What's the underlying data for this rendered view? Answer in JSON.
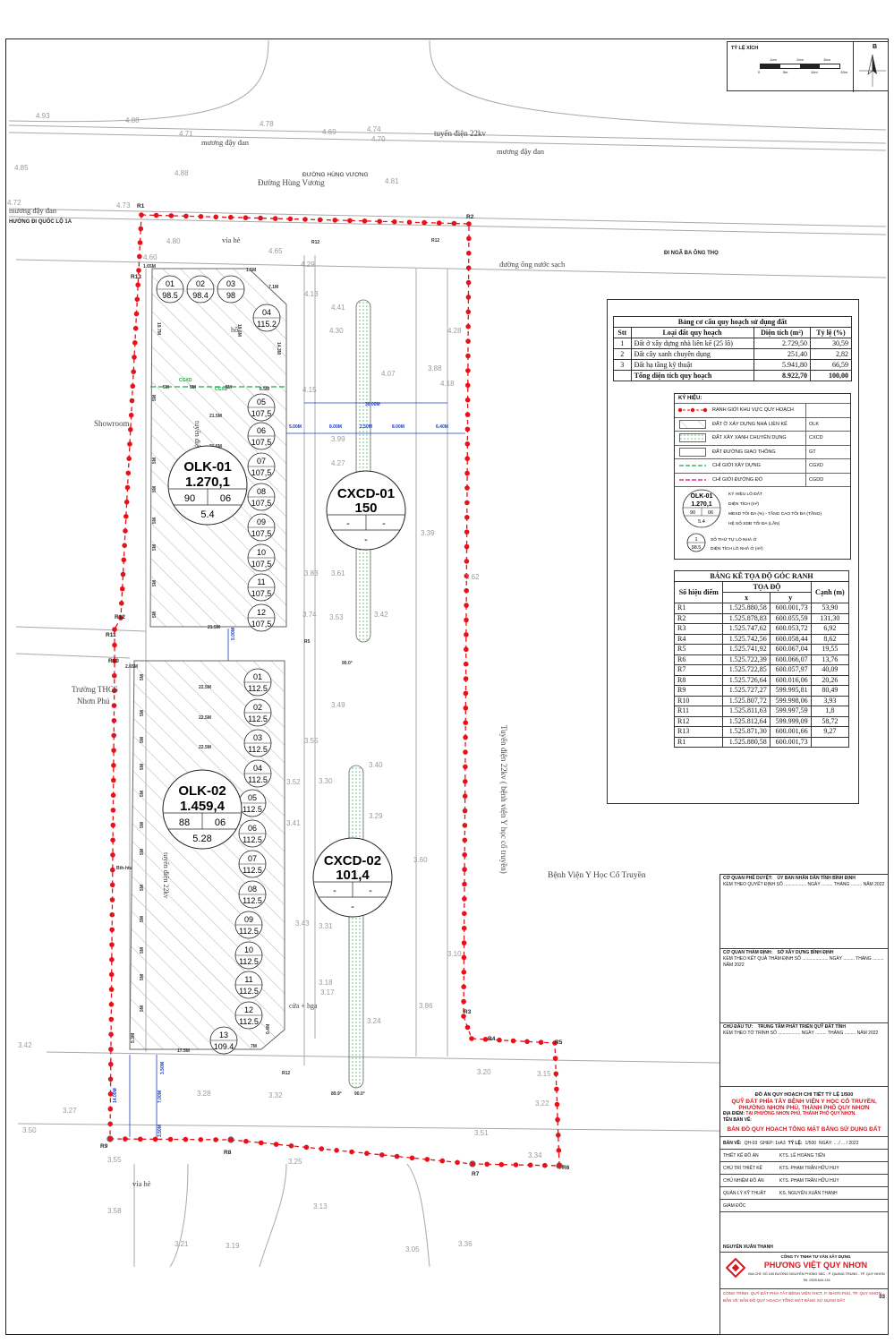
{
  "scale_box": {
    "title": "TỶ LỆ XÍCH",
    "ticks_top": [
      "1cm",
      "2cm",
      "3cm"
    ],
    "ticks_bottom": [
      "0",
      "5m",
      "10m",
      "20m"
    ],
    "north": "B"
  },
  "roads": {
    "main_name_caps": "ĐƯỜNG HÙNG VƯƠNG",
    "main_name": "Đường Hùng Vương",
    "to_ql1a": "HƯỚNG ĐI QUỐC LỘ 1A",
    "to_nga_ba": "ĐI NGÃ BA ÔNG THỌ",
    "power_line": "tuyến điện 22kv",
    "power_line_vertical": "Tuyến điện 22kv ( bệnh viện Y học cổ truyền)",
    "ditch": "mương đậy đan",
    "water_pipe": "đường ống nước sạch",
    "sidewalk": "vỉa hè",
    "culvert": "cửa + hga",
    "lake": "hồ",
    "power_line_internal": "tuyến điện 22kv"
  },
  "places": {
    "showroom": "Showroom",
    "school_1": "Trường THCS",
    "school_2": "Nhơn Phú",
    "hospital": "Bệnh Viện Y Học Cổ Truyền"
  },
  "elevations": [
    "4.93",
    "4.88",
    "4.85",
    "4.78",
    "4.74",
    "4.70",
    "4.71",
    "4.69",
    "4.72",
    "4.73",
    "4.80",
    "4.60",
    "4.65",
    "4.29",
    "4.13",
    "4.41",
    "4.30",
    "4.07",
    "4.15",
    "3.99",
    "4.27",
    "3.83",
    "3.61",
    "3.53",
    "3.42",
    "3.74",
    "3.49",
    "3.55",
    "3.52",
    "3.40",
    "3.30",
    "3.41",
    "3.29",
    "3.43",
    "3.31",
    "3.18",
    "3.17",
    "3.24",
    "3.28",
    "3.27",
    "3.32",
    "3.20",
    "3.50",
    "3.55",
    "3.58",
    "3.21",
    "3.19",
    "3.25",
    "3.13",
    "3.05",
    "3.36",
    "3.34",
    "3.39",
    "3.62",
    "3.88",
    "4.18",
    "4.28",
    "4.81",
    "4.88",
    "3.15",
    "3.22",
    "3.42",
    "3.51",
    "3.86",
    "3.60",
    "3.10"
  ],
  "blocks": [
    {
      "code": "OLK-01",
      "area": "1.270,1",
      "density": "90",
      "floors": "06",
      "far": "5.4",
      "lots": [
        [
          "01",
          "98.5"
        ],
        [
          "02",
          "98.4"
        ],
        [
          "03",
          "98"
        ],
        [
          "04",
          "115.2"
        ],
        [
          "05",
          "107,5"
        ],
        [
          "06",
          "107,5"
        ],
        [
          "07",
          "107,5"
        ],
        [
          "08",
          "107,5"
        ],
        [
          "09",
          "107,5"
        ],
        [
          "10",
          "107,5"
        ],
        [
          "11",
          "107,5"
        ],
        [
          "12",
          "107,5"
        ]
      ]
    },
    {
      "code": "OLK-02",
      "area": "1.459,4",
      "density": "88",
      "floors": "06",
      "far": "5.28",
      "lots": [
        [
          "01",
          "112.5"
        ],
        [
          "02",
          "112.5"
        ],
        [
          "03",
          "112.5"
        ],
        [
          "04",
          "112.5"
        ],
        [
          "05",
          "112.5"
        ],
        [
          "06",
          "112.5"
        ],
        [
          "07",
          "112.5"
        ],
        [
          "08",
          "112.5"
        ],
        [
          "09",
          "112.5"
        ],
        [
          "10",
          "112.5"
        ],
        [
          "11",
          "112.5"
        ],
        [
          "12",
          "112.5"
        ],
        [
          "13",
          "109.4"
        ]
      ]
    }
  ],
  "green": [
    {
      "code": "CXCD-01",
      "area": "150",
      "a": "-",
      "b": "-",
      "c": "-"
    },
    {
      "code": "CXCD-02",
      "area": "101,4",
      "a": "-",
      "b": "-",
      "c": "-"
    }
  ],
  "dims": {
    "d1": "5.00M",
    "d2": "8.00M",
    "d3": "2.50M",
    "d4": "8.00M",
    "d5": "6.40M",
    "d6": "30.00M",
    "w215": "21.5M",
    "w225": "22.5M",
    "w175": "17.5M",
    "m5": "5M",
    "m65": "6.5M",
    "m165": "1.65M",
    "m15": "1.5M",
    "m71": "7.1M",
    "m197": "19.7M",
    "m196": "19.6M",
    "m143": "14.3M",
    "m265": "2.65M",
    "m500": "5.00M",
    "m350": "3.50M",
    "m700": "7.00M",
    "m1400": "14.00M",
    "m350b": "3.50M",
    "m53": "5.3M",
    "m04": "0.4M",
    "m7": "7M",
    "r12": "R12",
    "r5": "R5",
    "cgxd": "CGXD",
    "bth": "Bth-htv",
    "a1": "90.0°",
    "a2": "89.9°",
    "a3": "90.0°"
  },
  "corners": [
    "R1",
    "R2",
    "R3",
    "R4",
    "R5",
    "R6",
    "R7",
    "R8",
    "R9",
    "R10",
    "R11",
    "R12",
    "R13"
  ],
  "landuse": {
    "title": "Bảng cơ cấu quy hoạch sử dụng đất",
    "headers": [
      "Stt",
      "Loại đất quy hoạch",
      "Diện tích (m²)",
      "Tỷ lệ (%)"
    ],
    "rows": [
      [
        "1",
        "Đất ở xây dựng nhà liên kế (25 lô)",
        "2.729,50",
        "30,59"
      ],
      [
        "2",
        "Đất cây xanh chuyên dụng",
        "251,40",
        "2,82"
      ],
      [
        "3",
        "Đất hạ tầng kỹ thuật",
        "5.941,80",
        "66,59"
      ]
    ],
    "total": [
      "",
      "Tổng diện tích quy hoạch",
      "8.922,70",
      "100,00"
    ]
  },
  "legend": {
    "title": "KÝ HIỆU:",
    "rows": [
      [
        "RANH GIỚI KHU VỰC QUY HOẠCH",
        ""
      ],
      [
        "ĐẤT Ở XÂY DỰNG NHÀ LIÊN KẾ",
        "OLK"
      ],
      [
        "ĐẤT XÂY XANH CHUYÊN DỤNG",
        "CXCD"
      ],
      [
        "ĐẤT ĐƯỜNG GIAO THÔNG",
        "GT"
      ],
      [
        "CHỈ GIỚI XÂY DỰNG",
        "CGXD"
      ],
      [
        "CHỈ GIỚI ĐƯỜNG ĐỎ",
        "CGDD"
      ]
    ],
    "key_code": "OLK-01",
    "key_area": "1.270,1",
    "key_density": "90",
    "key_floors": "06",
    "key_far": "5.4",
    "key_lines": [
      "KÝ HIỆU LÔ ĐẤT",
      "DIỆN TÍCH (m²)",
      "MĐXD TỐI ĐA (%) - TẦNG CAO TỐI ĐA (TẦNG)",
      "HỆ SỐ SDĐ TỐI ĐA (LẦN)"
    ],
    "lot_no": "1",
    "lot_area": "98.5",
    "lot_lines": [
      "SỐ THỨ TỰ LÔ NHÀ Ở",
      "DIỆN TÍCH LÔ NHÀ Ở (m²)"
    ]
  },
  "coords": {
    "title": "BẢNG KÊ TỌA ĐỘ GÓC RANH",
    "h_point": "Số hiệu điểm",
    "h_coord": "TỌA ĐỘ",
    "h_x": "x",
    "h_y": "y",
    "h_edge": "Cạnh (m)",
    "rows": [
      [
        "R1",
        "1.525.880,58",
        "600.001,73"
      ],
      [
        "R2",
        "1.525.878,83",
        "600.055,59"
      ],
      [
        "R3",
        "1.525.747,62",
        "600.053,72"
      ],
      [
        "R4",
        "1.525.742,56",
        "600.058,44"
      ],
      [
        "R5",
        "1.525.741,92",
        "600.067,04"
      ],
      [
        "R6",
        "1.525.722,39",
        "600.066,07"
      ],
      [
        "R7",
        "1.525.722,85",
        "600.057,97"
      ],
      [
        "R8",
        "1.525.726,64",
        "600.016,06"
      ],
      [
        "R9",
        "1.525.727,27",
        "599.995,81"
      ],
      [
        "R10",
        "1.525.807,72",
        "599.998,06"
      ],
      [
        "R11",
        "1.525.811,63",
        "599.997,59"
      ],
      [
        "R12",
        "1.525.812,64",
        "599.999,09"
      ],
      [
        "R13",
        "1.525.871,30",
        "600.001,66"
      ],
      [
        "R1",
        "1.525.880,58",
        "600.001,73"
      ]
    ],
    "edges": [
      "53,90",
      "131,30",
      "6,92",
      "8,62",
      "19,55",
      "13,76",
      "40,09",
      "20,26",
      "80,49",
      "3,93",
      "1,8",
      "58,72",
      "9,27"
    ]
  },
  "title_block": {
    "approve_label": "CƠ QUAN PHÊ DUYỆT:",
    "approve_value": "ỦY BAN NHÂN DÂN TỈNH BÌNH ĐỊNH",
    "approve_line": "KÈM THEO QUYẾT ĐỊNH SỐ .................. NGÀY ......... THÁNG ......... NĂM 2022",
    "appraise_label": "CƠ QUAN THẨM ĐỊNH:",
    "appraise_value": "SỞ XÂY DỰNG BÌNH ĐỊNH",
    "appraise_line": "KÈM THEO KẾT QUẢ THẨM ĐỊNH SỐ ..................... NGÀY ......... THÁNG ......... NĂM 2022",
    "investor_label": "CHỦ ĐẦU TƯ:",
    "investor_value": "TRUNG TÂM PHÁT TRIỂN QUỸ ĐẤT TỈNH",
    "investor_line": "KÈM THEO TỜ TRÌNH SỐ .................. NGÀY ......... THÁNG ......... NĂM 2022",
    "project_title": "ĐỒ ÁN QUY HOẠCH CHI TIẾT TỶ LỆ 1/500",
    "project_name_1": "QUỸ ĐẤT PHÍA TÂY BỆNH VIỆN Y HỌC CỔ TRUYỀN,",
    "project_name_2": "PHƯỜNG NHƠN PHÚ, THÀNH PHỐ QUY NHƠN",
    "location_label": "ĐỊA ĐIỂM:",
    "location_value": "TẠI PHƯỜNG NHƠN PHÚ, THÀNH PHỐ QUY NHƠN.",
    "drawing_label": "TÊN BẢN VẼ:",
    "drawing_name": "BẢN ĐỒ QUY HOẠCH TỔNG MẶT BẰNG SỬ DỤNG ĐẤT",
    "meta": [
      "BẢN VẼ:",
      "QH-03",
      "GHEP: 1xA3",
      "TỶ LỆ:",
      "1/500",
      "NGÀY: ... / ... / 2022"
    ],
    "staff": [
      [
        "THIẾT KẾ ĐỒ ÁN",
        "KTS. LÊ HOÀNG TIẾN"
      ],
      [
        "CHỦ TRÌ THIẾT KẾ",
        "KTS. PHẠM TRẦN HỮU HUY"
      ],
      [
        "CHỦ NHIỆM ĐỒ ÁN",
        "KTS. PHẠM TRẦN HỮU HUY"
      ],
      [
        "QUẢN LÝ KỸ THUẬT",
        "KS. NGUYỄN XUÂN THANH"
      ],
      [
        "GIÁM ĐỐC",
        ""
      ]
    ],
    "director": "NGUYỄN XUÂN THANH",
    "company_sub": "CÔNG TY TNHH TƯ VẤN XÂY DỰNG",
    "company": "PHƯƠNG VIỆT QUY NHƠN",
    "company_addr": "ĐỊA CHỈ: SỐ 100 ĐƯỜNG NGUYỄN PHONG SẮC - P. QUANG TRUNG - TP. QUY NHƠN",
    "company_tel": "Tel: 0925.644.134",
    "footer_1": "CÔNG TRÌNH:  QUỸ ĐẤT PHÍA TÂY BỆNH VIỆN YHCT, P. NHƠN PHÚ, TP. QUY NHƠN",
    "footer_2": "BẢN VẼ:  BẢN ĐỒ QUY HOẠCH TỔNG MẶT BẰNG SỬ DỤNG ĐẤT",
    "sheet": "03"
  },
  "colors": {
    "boundary": "#e8101b",
    "green_line": "#1fa84a",
    "magenta": "#e0007f",
    "hatch": "#9a9a9a",
    "dim_blue": "#1a3cc8",
    "company_red": "#d7171f"
  }
}
